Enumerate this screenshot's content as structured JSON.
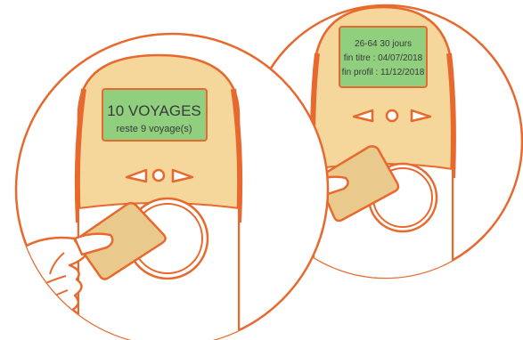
{
  "colors": {
    "outline": "#e8692e",
    "panel": "#f6d79b",
    "screen": "#8fcf7e",
    "card": "#eac98d",
    "background": "#ffffff"
  },
  "left_validator": {
    "screen_line1": "10 VOYAGES",
    "screen_line2": "reste 9 voyage(s)"
  },
  "right_validator": {
    "screen_line1": "26-64 30 jours",
    "screen_line2": "fin titre : 04/07/2018",
    "screen_line3": "fin profil : 11/12/2018"
  },
  "icons": [
    "hand-icon",
    "transit-card-icon",
    "validator-button-icon"
  ]
}
